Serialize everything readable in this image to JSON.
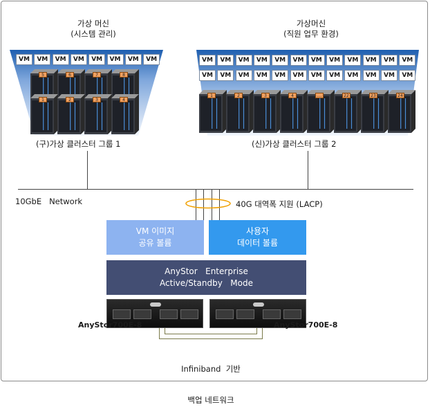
{
  "left_cluster": {
    "title_line1": "가상 머신",
    "title_line2": "(시스템 관리)",
    "vm_label": "VM",
    "server_tags_top": [
      "5",
      "6",
      "7",
      "8"
    ],
    "server_tags_bottom": [
      "1",
      "2",
      "3",
      "4"
    ],
    "caption": "(구)가상 클러스터 그룹 1"
  },
  "right_cluster": {
    "title_line1": "가상머신",
    "title_line2": "(직원 업무 환경)",
    "vm_label": "VM",
    "server_tags": [
      "1",
      "2",
      "3",
      "4",
      "....",
      "22",
      "23",
      "24"
    ],
    "caption": "(신)가상 클러스터 그룹 2"
  },
  "network": {
    "label": "10GbE   Network",
    "lacp_label": "40G 대역폭 지원 (LACP)"
  },
  "storage": {
    "vm_image_line1": "VM 이미지",
    "vm_image_line2": "공유 볼륨",
    "user_data_line1": "사용자",
    "user_data_line2": "데이터 볼륨",
    "enterprise_line1": "AnyStor   Enterprise",
    "enterprise_line2": "Active/Standby   Mode",
    "server_left": "AnyStor700E-8",
    "server_right": "AnyStor700E-8",
    "backup_line1": "Infiniband  기반",
    "backup_line2": "백업 네트워크"
  },
  "colors": {
    "vm_image_box": "#8db3f0",
    "user_data_box": "#3399ee",
    "enterprise_box": "#434e73",
    "vm_zone_top": "#1f5fb0",
    "vm_zone_bottom": "#e9f1fb"
  }
}
